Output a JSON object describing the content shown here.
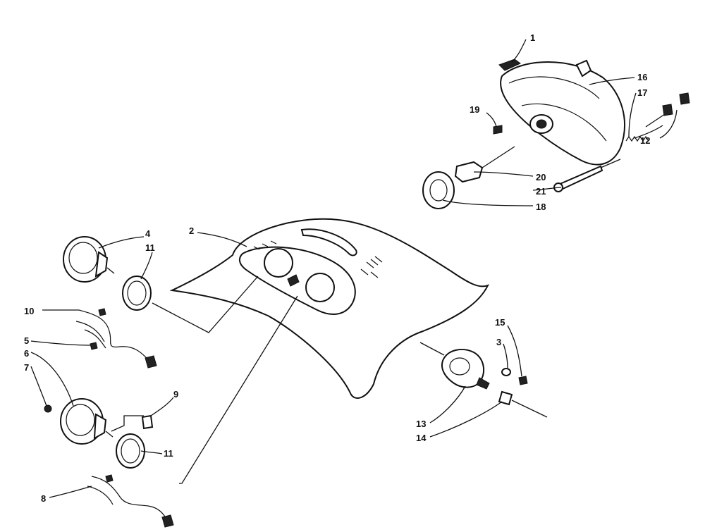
{
  "diagram": {
    "callouts": [
      {
        "id": "c1",
        "text": "1"
      },
      {
        "id": "c16",
        "text": "16"
      },
      {
        "id": "c17",
        "text": "17"
      },
      {
        "id": "c19",
        "text": "19"
      },
      {
        "id": "c12",
        "text": "12"
      },
      {
        "id": "c20",
        "text": "20"
      },
      {
        "id": "c21",
        "text": "21"
      },
      {
        "id": "c18",
        "text": "18"
      },
      {
        "id": "c4",
        "text": "4"
      },
      {
        "id": "c2",
        "text": "2"
      },
      {
        "id": "c11a",
        "text": "11"
      },
      {
        "id": "c10",
        "text": "10"
      },
      {
        "id": "c5",
        "text": "5"
      },
      {
        "id": "c6",
        "text": "6"
      },
      {
        "id": "c7",
        "text": "7"
      },
      {
        "id": "c9",
        "text": "9"
      },
      {
        "id": "c11b",
        "text": "11"
      },
      {
        "id": "c8",
        "text": "8"
      },
      {
        "id": "c15",
        "text": "15"
      },
      {
        "id": "c3",
        "text": "3"
      },
      {
        "id": "c13",
        "text": "13"
      },
      {
        "id": "c14",
        "text": "14"
      }
    ]
  }
}
